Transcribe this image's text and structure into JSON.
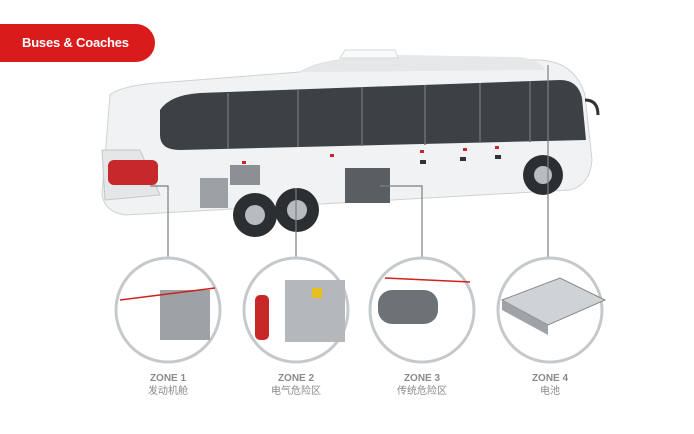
{
  "banner": {
    "label": "Buses & Coaches",
    "color": "#d91b1b"
  },
  "zones": [
    {
      "title": "ZONE 1",
      "subtitle": "发动机舱"
    },
    {
      "title": "ZONE 2",
      "subtitle": "电气危险区"
    },
    {
      "title": "ZONE 3",
      "subtitle": "传统危险区"
    },
    {
      "title": "ZONE 4",
      "subtitle": "电池"
    }
  ]
}
